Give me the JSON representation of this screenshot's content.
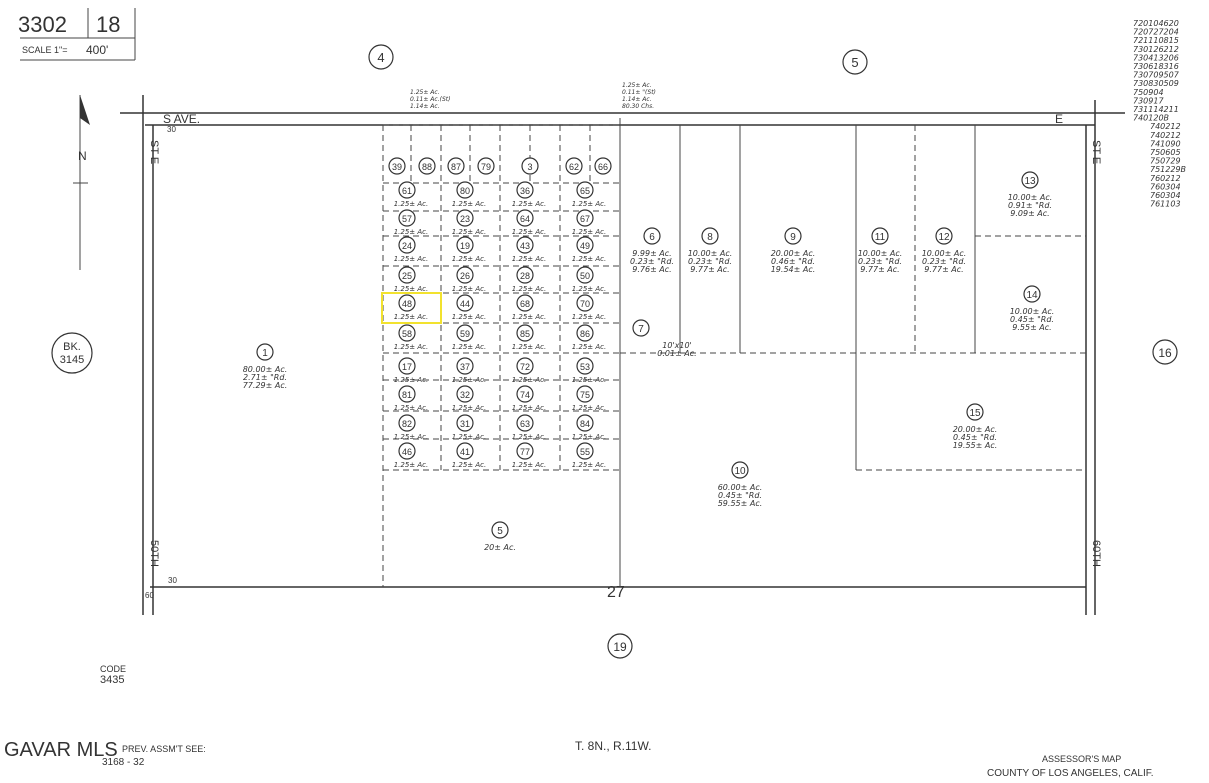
{
  "header": {
    "map_number": "3302",
    "page_number": "18",
    "scale": "400'",
    "scale_prefix": "SCALE 1\"="
  },
  "sheet_refs": [
    "4",
    "5",
    "16",
    "19"
  ],
  "book_ref": {
    "line1": "BK.",
    "line2": "3145"
  },
  "roads": {
    "top": "S AVE.",
    "top_right": "E",
    "left": "ST E",
    "right": "ST E",
    "bottom_left": "50TH",
    "bottom_right": "60TH"
  },
  "road_widths": {
    "a": "30",
    "b": "60",
    "c": "30"
  },
  "section_number": "27",
  "north_label": "N",
  "change_numbers": [
    "720104620",
    "720727204",
    "721110815",
    "730126212",
    "730413206",
    "730618316",
    "730709507",
    "730830509",
    "750904",
    "730917",
    "731114211",
    "740120B",
    "740212",
    "740212",
    "741090",
    "750605",
    "750729",
    "751229B",
    "760212",
    "760304",
    "760304",
    "761103"
  ],
  "parcels_small": [
    {
      "id": "39",
      "area": ""
    },
    {
      "id": "88",
      "area": ""
    },
    {
      "id": "87",
      "area": ""
    },
    {
      "id": "79",
      "area": ""
    },
    {
      "id": "3",
      "area": ""
    },
    {
      "id": "62",
      "area": ""
    },
    {
      "id": "66",
      "area": ""
    },
    {
      "id": "61",
      "area": "1.25± Ac."
    },
    {
      "id": "80",
      "area": "1.25± Ac."
    },
    {
      "id": "36",
      "area": "1.25± Ac."
    },
    {
      "id": "65",
      "area": "1.25± Ac."
    },
    {
      "id": "57",
      "area": "1.25± Ac."
    },
    {
      "id": "23",
      "area": "1.25± Ac."
    },
    {
      "id": "64",
      "area": "1.25± Ac."
    },
    {
      "id": "67",
      "area": "1.25± Ac."
    },
    {
      "id": "24",
      "area": "1.25± Ac."
    },
    {
      "id": "19",
      "area": "1.25± Ac."
    },
    {
      "id": "43",
      "area": "1.25± Ac."
    },
    {
      "id": "49",
      "area": "1.25± Ac."
    },
    {
      "id": "25",
      "area": "1.25± Ac."
    },
    {
      "id": "26",
      "area": "1.25± Ac."
    },
    {
      "id": "28",
      "area": "1.25± Ac."
    },
    {
      "id": "50",
      "area": "1.25± Ac."
    },
    {
      "id": "48",
      "area": "1.25± Ac."
    },
    {
      "id": "44",
      "area": "1.25± Ac."
    },
    {
      "id": "68",
      "area": "1.25± Ac."
    },
    {
      "id": "70",
      "area": "1.25± Ac."
    },
    {
      "id": "58",
      "area": "1.25± Ac."
    },
    {
      "id": "59",
      "area": "1.25± Ac."
    },
    {
      "id": "85",
      "area": "1.25± Ac."
    },
    {
      "id": "86",
      "area": "1.25± Ac."
    },
    {
      "id": "17",
      "area": "1.25± Ac."
    },
    {
      "id": "37",
      "area": "1.25± Ac."
    },
    {
      "id": "72",
      "area": "1.25± Ac."
    },
    {
      "id": "53",
      "area": "1.25± Ac."
    },
    {
      "id": "81",
      "area": "1.25± Ac."
    },
    {
      "id": "32",
      "area": "1.25± Ac."
    },
    {
      "id": "74",
      "area": "1.25± Ac."
    },
    {
      "id": "75",
      "area": "1.25± Ac."
    },
    {
      "id": "82",
      "area": "1.25± Ac."
    },
    {
      "id": "31",
      "area": "1.25± Ac."
    },
    {
      "id": "63",
      "area": "1.25± Ac."
    },
    {
      "id": "84",
      "area": "1.25± Ac."
    },
    {
      "id": "46",
      "area": "1.25± Ac."
    },
    {
      "id": "41",
      "area": "1.25± Ac."
    },
    {
      "id": "77",
      "area": "1.25± Ac."
    },
    {
      "id": "55",
      "area": "1.25± Ac."
    }
  ],
  "parcels_large": [
    {
      "id": "1",
      "l1": "80.00± Ac.",
      "l2": "2.71± \"Rd.",
      "l3": "77.29± Ac."
    },
    {
      "id": "5",
      "l1": "20± Ac.",
      "l2": "",
      "l3": ""
    },
    {
      "id": "6",
      "l1": "9.99± Ac.",
      "l2": "0.23± \"Rd.",
      "l3": "9.76± Ac."
    },
    {
      "id": "8",
      "l1": "10.00± Ac.",
      "l2": "0.23± \"Rd.",
      "l3": "9.77± Ac."
    },
    {
      "id": "9",
      "l1": "20.00± Ac.",
      "l2": "0.46± \"Rd.",
      "l3": "19.54± Ac."
    },
    {
      "id": "11",
      "l1": "10.00± Ac.",
      "l2": "0.23± \"Rd.",
      "l3": "9.77± Ac."
    },
    {
      "id": "12",
      "l1": "10.00± Ac.",
      "l2": "0.23± \"Rd.",
      "l3": "9.77± Ac."
    },
    {
      "id": "13",
      "l1": "10.00± Ac.",
      "l2": "0.91± \"Rd.",
      "l3": "9.09± Ac."
    },
    {
      "id": "14",
      "l1": "10.00± Ac.",
      "l2": "0.45± \"Rd.",
      "l3": "9.55± Ac."
    },
    {
      "id": "15",
      "l1": "20.00± Ac.",
      "l2": "0.45± \"Rd.",
      "l3": "19.55± Ac."
    },
    {
      "id": "10",
      "l1": "60.00± Ac.",
      "l2": "0.45± \"Rd.",
      "l3": "59.55± Ac."
    },
    {
      "id": "7",
      "l1": "10'x10'",
      "l2": "0.01± Ac.",
      "l3": ""
    }
  ],
  "top_notes": {
    "left": [
      "1.25± Ac.",
      "0.11± Ac.(St)",
      "1.14± Ac."
    ],
    "right": [
      "1.25± Ac.",
      "0.11± \"(St)",
      "1.14± Ac.",
      "80.30 Chs."
    ]
  },
  "highlight_parcel": "48",
  "footer": {
    "code_label": "CODE",
    "code_value": "3435",
    "watermark": "GAVAR MLS",
    "prev_assmt": "PREV. ASSM'T SEE:",
    "prev_ref": "3168 - 32",
    "township": "T. 8N., R.11W.",
    "assessor_line1": "ASSESSOR'S MAP",
    "assessor_line2": "COUNTY OF LOS ANGELES, CALIF."
  },
  "colors": {
    "highlight": "#f2e22e",
    "ink": "#333333"
  }
}
